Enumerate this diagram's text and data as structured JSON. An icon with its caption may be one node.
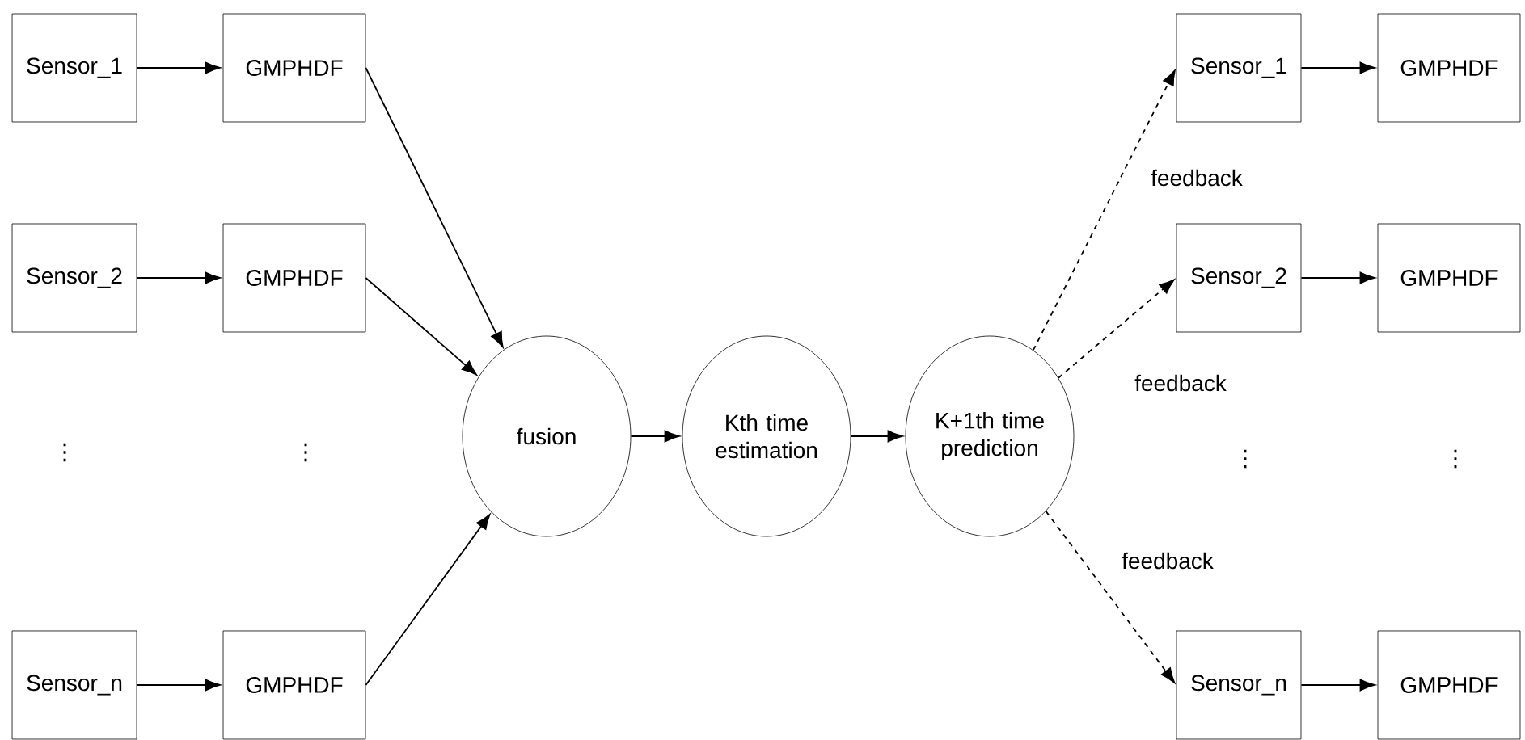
{
  "diagram": {
    "nodes": [
      {
        "text": [
          "Sensor_1"
        ]
      },
      {
        "text": [
          "GMPHDF"
        ]
      },
      {
        "text": [
          "Sensor_2"
        ]
      },
      {
        "text": [
          "GMPHDF"
        ]
      },
      {
        "text": [
          "Sensor_n"
        ]
      },
      {
        "text": [
          "GMPHDF"
        ]
      },
      {
        "text": [
          "fusion"
        ]
      },
      {
        "text": [
          "Kth time estimation"
        ]
      },
      {
        "text": [
          "K+1th time prediction"
        ]
      },
      {
        "text": [
          "Sensor_1"
        ]
      },
      {
        "text": [
          "GMPHDF"
        ]
      },
      {
        "text": [
          "Sensor_2"
        ]
      },
      {
        "text": [
          "GMPHDF"
        ]
      },
      {
        "text": [
          "Sensor_n"
        ]
      },
      {
        "text": [
          "GMPHDF"
        ]
      }
    ],
    "edges": [
      {
        "from": 0,
        "to": 1,
        "arrow": "to"
      },
      {
        "from": 2,
        "to": 3,
        "arrow": "to"
      },
      {
        "from": 4,
        "to": 5,
        "arrow": "to"
      },
      {
        "from": 1,
        "to": 6,
        "arrow": "to"
      },
      {
        "from": 3,
        "to": 6,
        "arrow": "to"
      },
      {
        "from": 5,
        "to": 6,
        "arrow": "to"
      },
      {
        "from": 6,
        "to": 7,
        "arrow": "to"
      },
      {
        "from": 7,
        "to": 8,
        "arrow": "to"
      },
      {
        "from": 8,
        "to": 9,
        "arrow": "to",
        "style": "dashed",
        "label": "feedback"
      },
      {
        "from": 8,
        "to": 11,
        "arrow": "to",
        "style": "dashed",
        "label": "feedback"
      },
      {
        "from": 8,
        "to": 13,
        "arrow": "to",
        "style": "dashed",
        "label": "feedback"
      },
      {
        "from": 9,
        "to": 10,
        "arrow": "to"
      },
      {
        "from": 11,
        "to": 12,
        "arrow": "to"
      },
      {
        "from": 13,
        "to": 14,
        "arrow": "to"
      }
    ],
    "labels": [
      "⋮",
      "⋮",
      "⋮",
      "⋮"
    ]
  }
}
